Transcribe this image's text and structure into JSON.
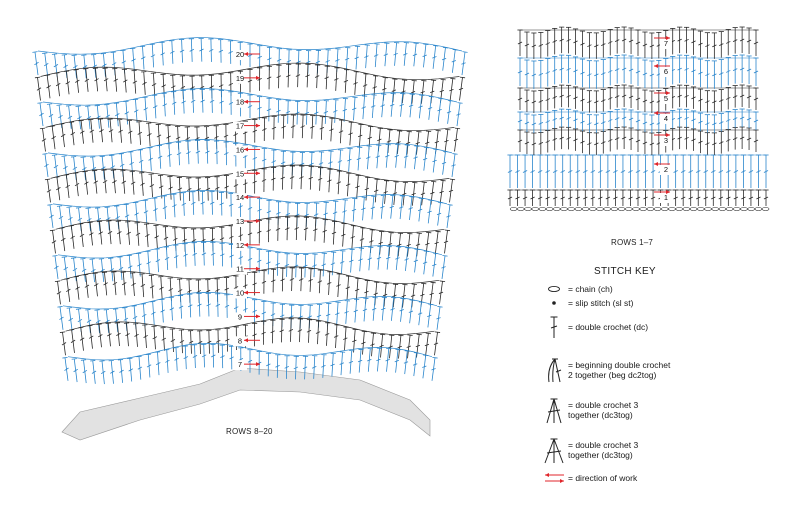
{
  "diagram": {
    "large_chart": {
      "caption": "ROWS 8–20",
      "row_numbers": [
        "20",
        "19",
        "18",
        "17",
        "16",
        "15",
        "14",
        "13",
        "12",
        "11",
        "10",
        "9",
        "8",
        "7"
      ]
    },
    "small_chart": {
      "caption": "ROWS 1–7",
      "row_numbers": [
        "7",
        "6",
        "5",
        "4",
        "3",
        "2",
        "1"
      ]
    },
    "colors": {
      "blue_stitch": "#2b86cc",
      "dark_stitch": "#2a2a2a",
      "arrow_red": "#e0262b",
      "shade_gray": "#e2e2e2"
    }
  },
  "stitch_key": {
    "title": "STITCH KEY",
    "items": [
      {
        "symbol": "chain-icon",
        "label": "= chain (ch)"
      },
      {
        "symbol": "slip-stitch-icon",
        "label": "= slip stitch (sl st)"
      },
      {
        "symbol": "double-crochet-icon",
        "label": "= double crochet (dc)"
      },
      {
        "symbol": "beg-dc2tog-icon",
        "label": "= beginning double crochet\n2 together (beg dc2tog)"
      },
      {
        "symbol": "dc3tog-icon",
        "label": "= double crochet 3\ntogether (dc3tog)"
      },
      {
        "symbol": "dc3tog-alt-icon",
        "label": "= double crochet 3\ntogether (dc3tog)"
      },
      {
        "symbol": "direction-arrow-icon",
        "label": "= direction of work"
      }
    ]
  }
}
